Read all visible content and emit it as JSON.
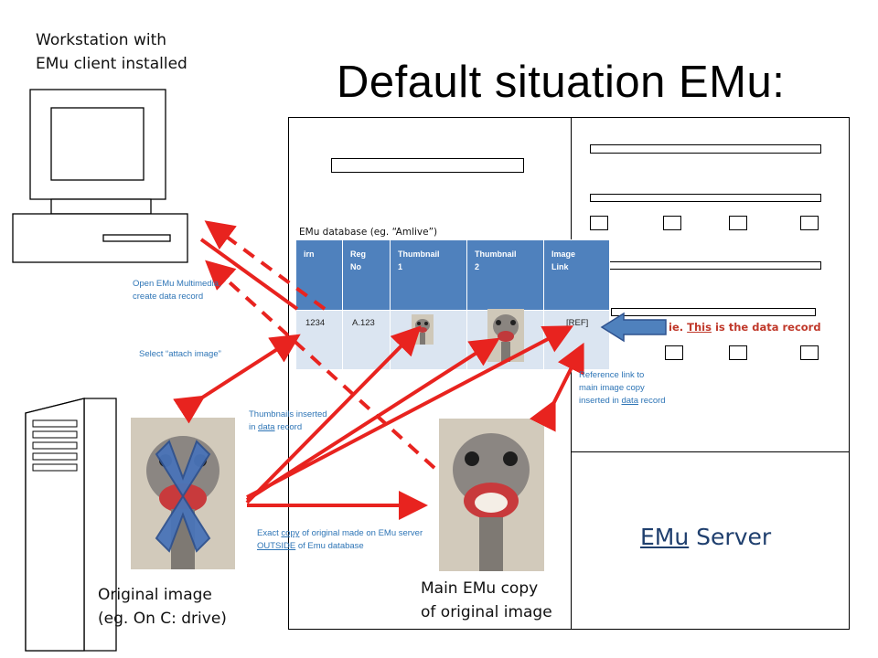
{
  "title": "Default situation EMu:",
  "workstation_label": [
    "Workstation with",
    "EMu client installed"
  ],
  "db_label": "EMu database (eg. “Amlive”)",
  "table": {
    "headers": [
      [
        "irn"
      ],
      [
        "Reg",
        "No"
      ],
      [
        "Thumbnail",
        "1"
      ],
      [
        "Thumbnail",
        "2"
      ],
      [
        "Image",
        "Link"
      ]
    ],
    "row": {
      "irn": "1234",
      "reg_no": "A.123",
      "image_link": "[REF]"
    }
  },
  "notes": {
    "open_emu": [
      "Open EMu Multimedia,",
      "create data record"
    ],
    "select_attach": "Select “attach image”",
    "thumbnails_inserted": {
      "line1": "Thumbnails inserted",
      "line2_a": "in ",
      "line2_u": "data",
      "line2_b": " record"
    },
    "reference_link": {
      "line1": "Reference link to",
      "line2": "main image copy",
      "line3_a": "inserted in ",
      "line3_u": "data",
      "line3_b": " record"
    },
    "exact_copy": {
      "line1_a": "Exact ",
      "line1_u": "copy",
      "line1_b": " of original made on EMu server",
      "line2_u": "OUTSIDE",
      "line2_b": " of Emu database"
    }
  },
  "record_label": {
    "pre": "ie. ",
    "u": "This",
    "post": " is the data record"
  },
  "server_label": {
    "u": "EMu",
    "post": " Server"
  },
  "original_caption": [
    "Original image",
    "(eg. On C: drive)"
  ],
  "main_copy_caption": [
    "Main EMu copy",
    "of original image"
  ],
  "colors": {
    "arrow_red": "#e8231f",
    "table_header": "#4f81bd",
    "table_cell": "#dbe5f1",
    "note_blue": "#2e75b6",
    "x_blue": "#4a74b8",
    "record_red": "#c0392b"
  }
}
